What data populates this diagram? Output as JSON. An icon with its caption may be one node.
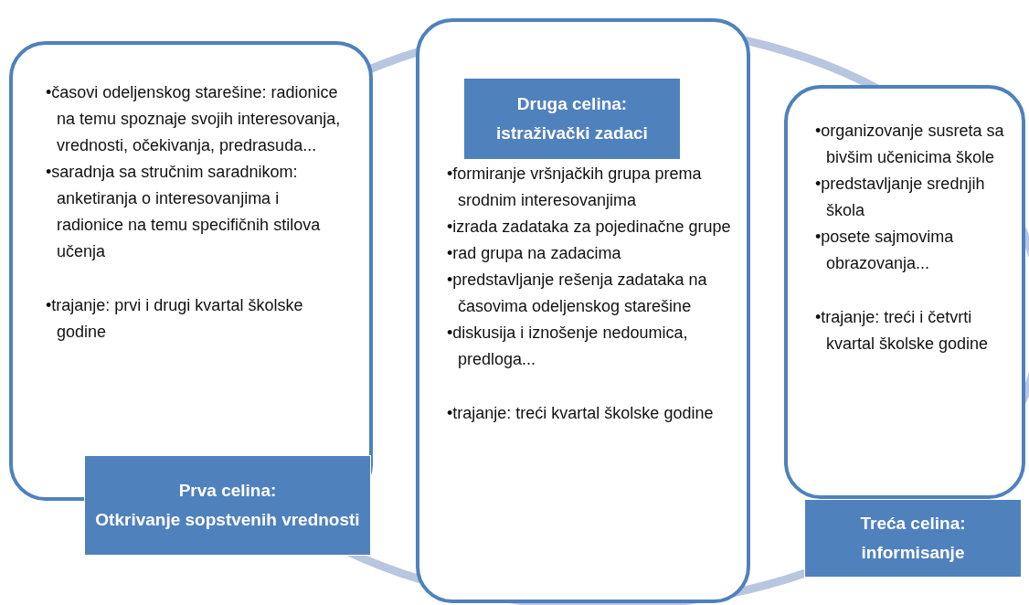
{
  "diagram": {
    "nodes": [
      {
        "text": [
          "•časovi odeljenskog starešine: radionice na temu spoznaje svojih interesovanja, vrednosti, očekivanja, predrasuda...",
          "•saradnja sa stručnim saradnikom: anketiranja o interesovanjima i radionice na temu specifičnih stilova učenja",
          "•trajanje: prvi i drugi kvartal školske godine"
        ]
      },
      {
        "text": [
          "Prva celina:",
          "Otkrivanje sopstvenih vrednosti"
        ]
      },
      {
        "text": [
          "•formiranje vršnjačkih grupa prema srodnim interesovanjima",
          "•izrada zadataka za pojedinačne grupe",
          "•rad grupa na zadacima",
          "•predstavljanje rešenja zadataka na časovima odeljenskog starešine",
          "•diskusija i iznošenje nedoumica, predloga...",
          "•trajanje: treći kvartal školske godine"
        ]
      },
      {
        "text": [
          "Druga celina:",
          "istraživački zadaci"
        ],
        "in": 2
      },
      {
        "text": [
          "•organizovanje susreta sa bivšim učenicima škole",
          "•predstavljanje srednjih škola",
          "•posete sajmovima obrazovanja...",
          "•trajanje: treći i četvrti kvartal školske godine"
        ]
      },
      {
        "text": [
          "Treća celina:",
          "informisanje"
        ]
      }
    ]
  }
}
